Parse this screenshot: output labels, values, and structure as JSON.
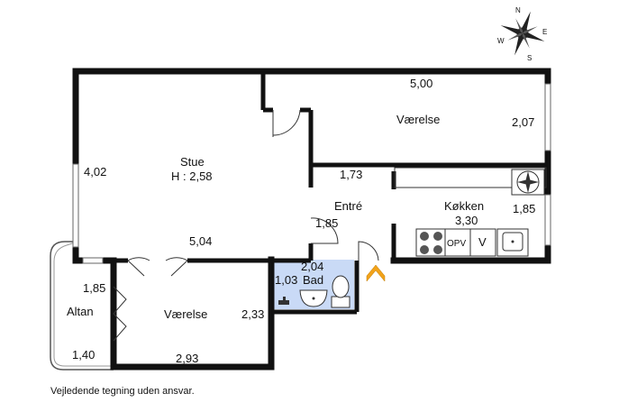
{
  "plan": {
    "rooms": {
      "stue": {
        "name": "Stue",
        "height": "H : 2,58",
        "width": "5,04",
        "depth": "4,02"
      },
      "vaerelse_top": {
        "name": "Værelse",
        "width": "5,00",
        "depth": "2,07"
      },
      "entre": {
        "name": "Entré",
        "width": "1,73",
        "depth": "1,85"
      },
      "kokken": {
        "name": "Køkken",
        "width": "3,30",
        "depth": "1,85"
      },
      "bad": {
        "name": "Bad",
        "width": "2,04",
        "depth": "1,03"
      },
      "vaerelse_bottom": {
        "name": "Værelse",
        "width": "2,93",
        "depth": "2,33"
      },
      "altan": {
        "name": "Altan",
        "width": "1,40",
        "depth": "1,85"
      }
    },
    "appliances": {
      "opv": "OPV",
      "v": "V"
    },
    "compass_letters": {
      "n": "N",
      "s": "S",
      "e": "E",
      "w": "W"
    },
    "colors": {
      "wall": "#111111",
      "bathroom": "#c9daf6",
      "entrance_arrow": "#f2a31b",
      "window": "#bbbbbb"
    }
  },
  "footer": {
    "disclaimer": "Vejledende tegning uden ansvar."
  }
}
